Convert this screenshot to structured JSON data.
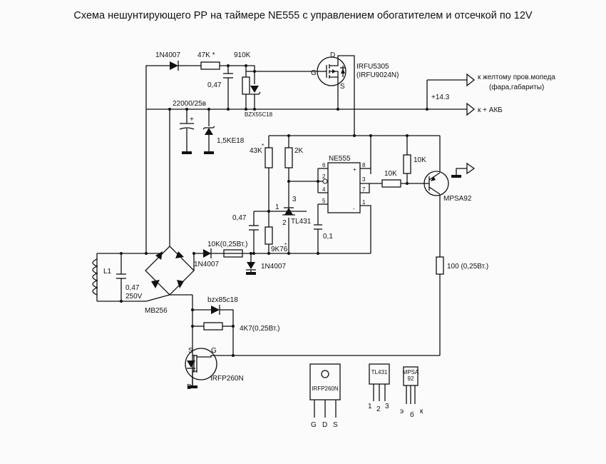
{
  "title": "Схема нешунтирующего РР на таймере NE555 с  управлением обогатителем и отсечкой по 12V",
  "labels": {
    "d1": "1N4007",
    "r47k": "47K *",
    "r910k": "910K",
    "c047a": "0,47",
    "zener_bzx": "BZX55C18",
    "mos_top_d": "D",
    "mos_top_g": "G",
    "mos_top_s": "S",
    "mos_top_name": "IRFU5305",
    "mos_top_alt": "(IRFU9024N)",
    "out_yellow1": "к желтому пров.мопеда",
    "out_yellow2": "(фара,габариты)",
    "v143": "+14.3",
    "out_akb": "к + АКБ",
    "c22000": "22000/25в",
    "plus": "+",
    "tvs": "1,5KE18",
    "r43k": "43K",
    "star": "*",
    "r2k": "2K",
    "ne555": "NE555",
    "p6": "6",
    "p2": "2",
    "p4": "4",
    "p5": "5",
    "p8": "8",
    "p3": "3",
    "p7": "7",
    "p1": "1",
    "pplus": "+",
    "pminus": "-",
    "r10k_a": "10K",
    "r10k_b": "10K",
    "mpsa": "MPSA92",
    "c047b": "0,47",
    "tl1": "1",
    "tl3": "3",
    "tl2": "2",
    "tl431": "TL431",
    "c01": "0,1",
    "r10k_025": "10K(0,25Вт.)",
    "d2": "1N4007",
    "r9k76": "9K76",
    "d3": "1N4007",
    "l1": "L1",
    "c047c": "0,47",
    "v250": "250V",
    "mb256": "MB256",
    "r100": "100 (0,25Вт.)",
    "bzx2": "bzx85c18",
    "r4k7": "4K7(0,25Вт.)",
    "mos_bot_s": "S",
    "mos_bot_g": "G",
    "mos_bot_d": "D",
    "mos_bot_name": "IRFP260N",
    "pkg_irfp": "IRFP260N",
    "pkg_g": "G",
    "pkg_d": "D",
    "pkg_s": "S",
    "pkg_tl": "TL431",
    "pkg_tl_1": "1",
    "pkg_tl_2": "2",
    "pkg_tl_3": "3",
    "pkg_mpsa1": "MPSA",
    "pkg_mpsa2": "92",
    "pkg_e": "э",
    "pkg_b": "б",
    "pkg_k": "к"
  }
}
